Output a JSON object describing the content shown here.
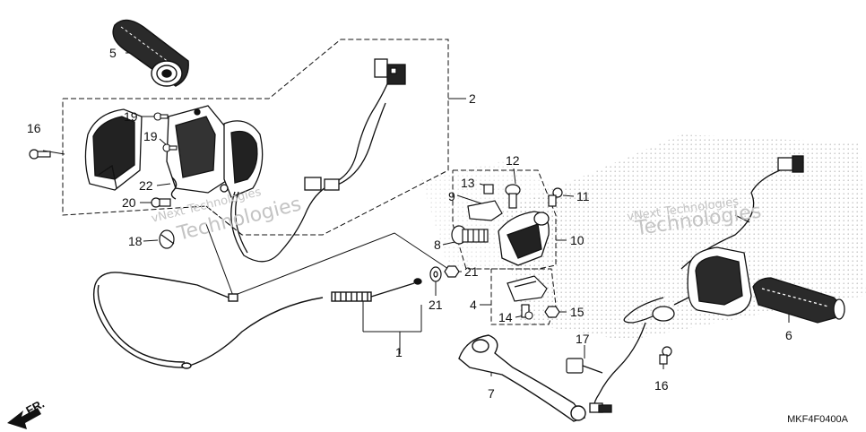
{
  "callouts": {
    "c1": "1",
    "c2": "2",
    "c4": "4",
    "c5": "5",
    "c6": "6",
    "c7": "7",
    "c8": "8",
    "c9": "9",
    "c10": "10",
    "c11": "11",
    "c12": "12",
    "c13": "13",
    "c14": "14",
    "c15": "15",
    "c16a": "16",
    "c16b": "16",
    "c17": "17",
    "c18": "18",
    "c19a": "19",
    "c19b": "19",
    "c20": "20",
    "c21a": "21",
    "c21b": "21",
    "c22": "22"
  },
  "watermark": {
    "line1": "vNext Technologies",
    "line2": "Technologies"
  },
  "direction_label": "FR.",
  "diagram_code": "MKF4F0400A",
  "colors": {
    "line": "#111111",
    "watermark": "#c4c4c4",
    "halftone": "#b0b0b0"
  }
}
